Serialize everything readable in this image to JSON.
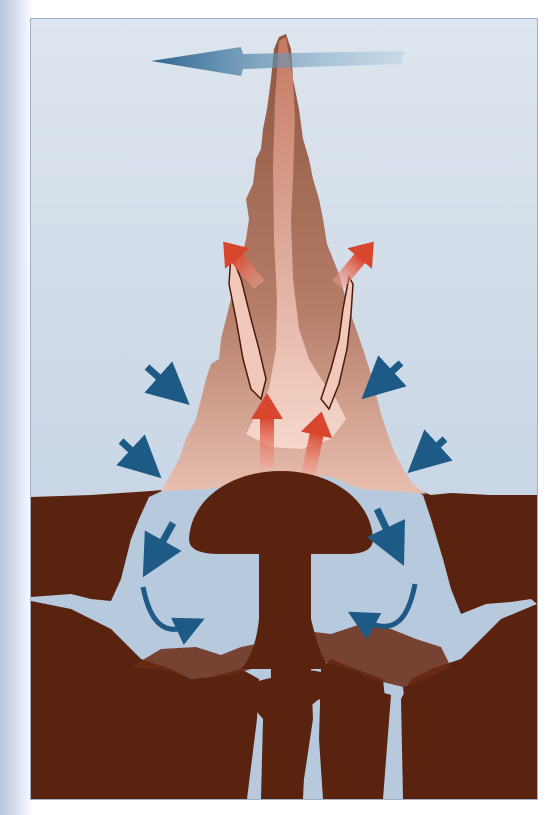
{
  "figure": {
    "type": "diagram",
    "subject": "convection-plume-cross-section",
    "colors": {
      "sky_top": "#d7e0ea",
      "sky_bottom": "#c1cfde",
      "rock": "#5a2310",
      "rock_dark": "#4a1b0b",
      "plume_light": "#f0c4b5",
      "plume_mid": "#a66a55",
      "cold_fluid": "#b7c9dd",
      "arrow_blue": "#1e5a86",
      "arrow_red": "#d04a33"
    },
    "arrows": {
      "upflow": [
        "upflow-arrow-left-core",
        "upflow-arrow-right-core",
        "upflow-arrow-left-outer",
        "upflow-arrow-right-outer"
      ],
      "inflow": [
        "inflow-arrow-left-upper",
        "inflow-arrow-left-lower",
        "inflow-arrow-right-upper",
        "inflow-arrow-right-lower",
        "inflow-arrow-left-base",
        "inflow-arrow-right-base"
      ],
      "recirculation": [
        "recirculation-arrow-left",
        "recirculation-arrow-right"
      ],
      "lateral": [
        "lateral-flow-arrow-top"
      ]
    }
  }
}
